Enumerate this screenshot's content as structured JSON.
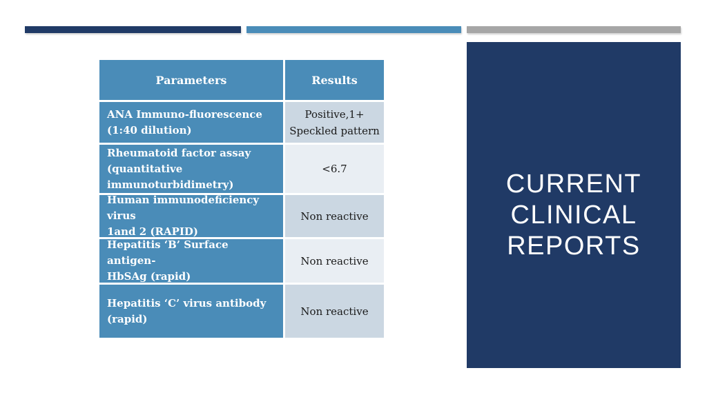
{
  "colors": {
    "steel_blue": "#4A8CB8",
    "navy": "#203A66",
    "gray_bar": "#A6A6A6",
    "result_band_dark": "#CBD7E2",
    "result_band_light": "#E9EEF3",
    "result_text": "#1A1A1A",
    "parameter_text": "#FFFFFF"
  },
  "table": {
    "headers": [
      "Parameters",
      "Results"
    ],
    "rows": [
      {
        "parameter": "ANA Immuno-fluorescence\n(1:40 dilution)",
        "result": "Positive,1+\nSpeckled pattern",
        "shade": "dark"
      },
      {
        "parameter": "Rheumatoid factor assay\n(quantitative\nimmunoturbidimetry)",
        "result": "<6.7",
        "shade": "light"
      },
      {
        "parameter": "Human immunodeficiency virus\n1and 2 (RAPID)",
        "result": "Non reactive",
        "shade": "dark"
      },
      {
        "parameter": "Hepatitis ‘B’ Surface antigen-\nHbSAg (rapid)",
        "result": "Non reactive",
        "shade": "light"
      },
      {
        "parameter": "Hepatitis ‘C’ virus antibody\n(rapid)",
        "result": "Non reactive",
        "shade": "dark"
      }
    ]
  },
  "panel": {
    "title": "CURRENT\nCLINICAL\nREPORTS"
  }
}
